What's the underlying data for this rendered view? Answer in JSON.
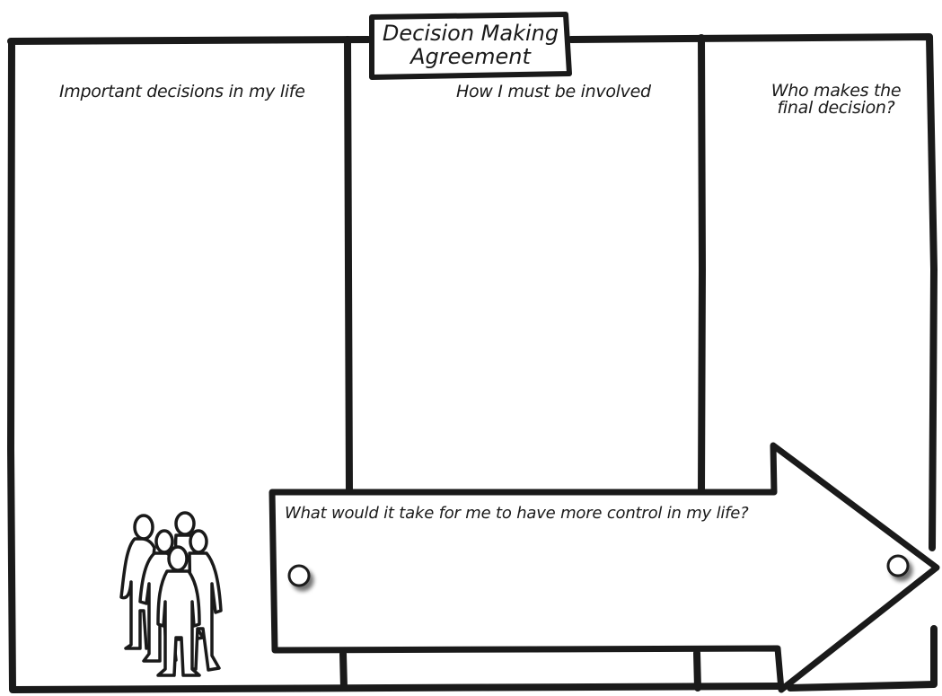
{
  "worksheet": {
    "title_line1": "Decision Making",
    "title_line2": "Agreement",
    "columns": [
      {
        "heading": "Important decisions in my life"
      },
      {
        "heading": "How I must be involved"
      },
      {
        "heading_line1": "Who makes the",
        "heading_line2": "final decision?"
      }
    ],
    "arrow_prompt": "What would it take for me to have more control in my life?",
    "illustration": "group-of-people-icon",
    "colors": {
      "ink": "#1a1a1a",
      "paper": "#ffffff",
      "shadow": "#888888"
    }
  }
}
